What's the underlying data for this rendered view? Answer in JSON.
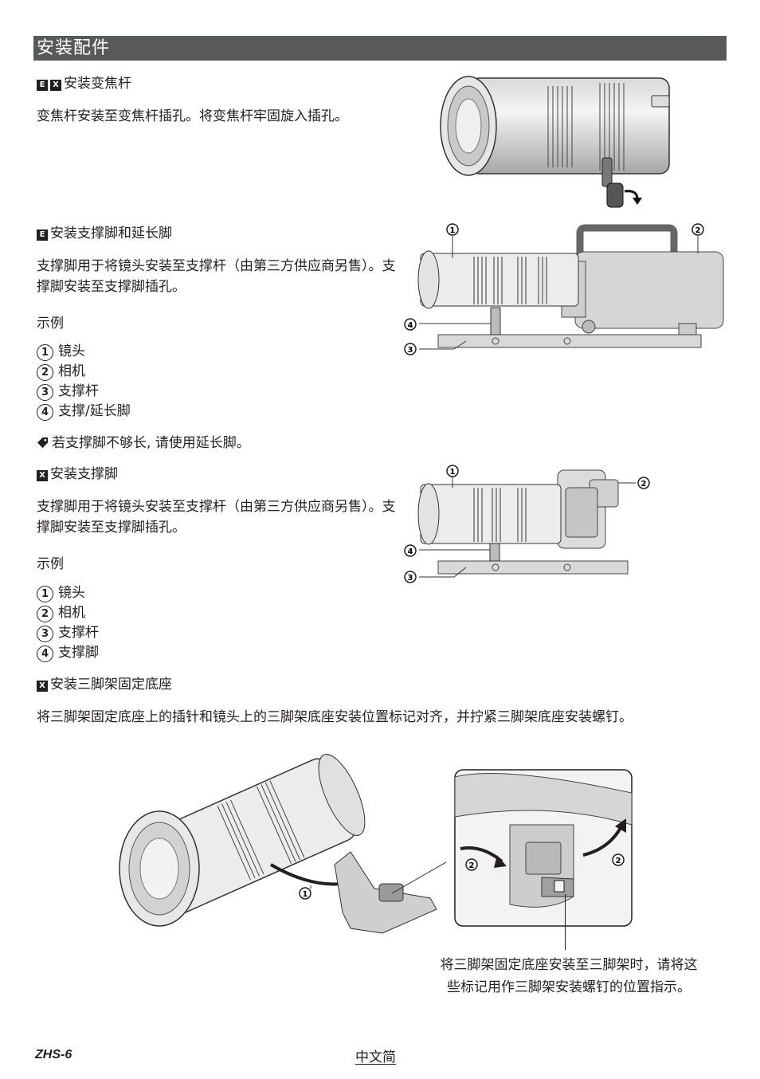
{
  "section_title": "安装配件",
  "zoom": {
    "badges": [
      "E",
      "X"
    ],
    "title": "安装变焦杆",
    "body": "变焦杆安装至变焦杆插孔。将变焦杆牢固旋入插孔。"
  },
  "support_e": {
    "badges": [
      "E"
    ],
    "title": "安装支撑脚和延长脚",
    "body": "支撑脚用于将镜头安装至支撑杆（由第三方供应商另售）。支撑脚安装至支撑脚插孔。",
    "example_label": "示例",
    "items": [
      {
        "num": "1",
        "label": "镜头"
      },
      {
        "num": "2",
        "label": "相机"
      },
      {
        "num": "3",
        "label": "支撑杆"
      },
      {
        "num": "4",
        "label": "支撑/延长脚"
      }
    ],
    "note": "若支撑脚不够长, 请使用延长脚。"
  },
  "support_x": {
    "badges": [
      "X"
    ],
    "title": "安装支撑脚",
    "body": "支撑脚用于将镜头安装至支撑杆（由第三方供应商另售）。支撑脚安装至支撑脚插孔。",
    "example_label": "示例",
    "items": [
      {
        "num": "1",
        "label": "镜头"
      },
      {
        "num": "2",
        "label": "相机"
      },
      {
        "num": "3",
        "label": "支撑杆"
      },
      {
        "num": "4",
        "label": "支撑脚"
      }
    ]
  },
  "tripod": {
    "badges": [
      "X"
    ],
    "title": "安装三脚架固定底座",
    "body": "将三脚架固定底座上的插针和镜头上的三脚架底座安装位置标记对齐，并拧紧三脚架底座安装螺钉。",
    "caption_line1": "将三脚架固定底座安装至三脚架时，请将这",
    "caption_line2": "些标记用作三脚架安装螺钉的位置指示。"
  },
  "figure_callouts": {
    "c1": "1",
    "c2": "2",
    "c3": "3",
    "c4": "4"
  },
  "footer": {
    "page_code": "ZHS-6",
    "language": "中文简"
  }
}
